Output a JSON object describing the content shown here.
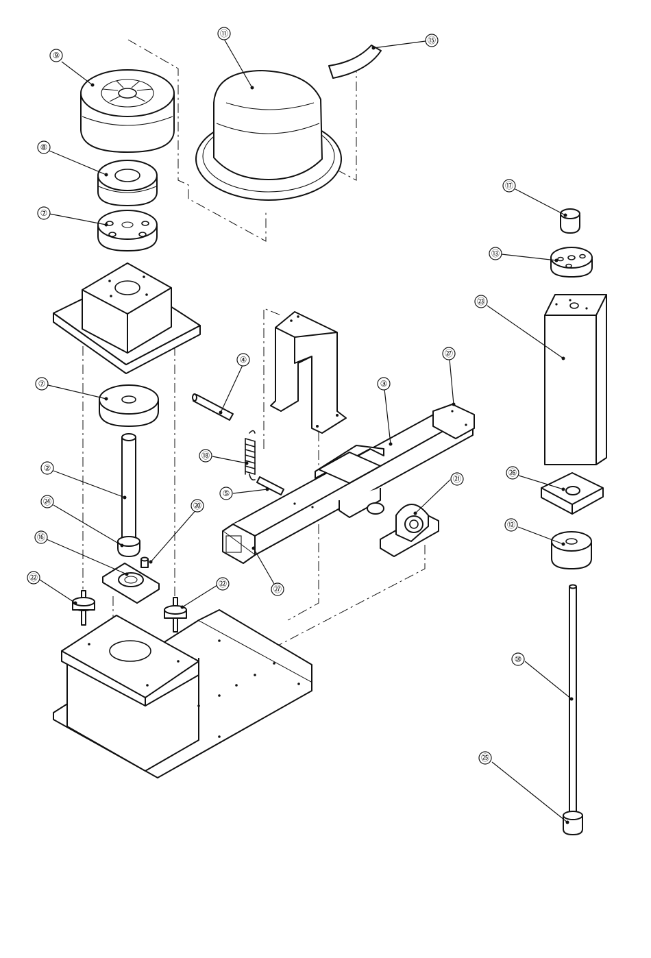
{
  "diagram": {
    "parts": [
      {
        "id": "p9",
        "label": "⑨"
      },
      {
        "id": "p11",
        "label": "⑪"
      },
      {
        "id": "p15",
        "label": "⑮"
      },
      {
        "id": "p8",
        "label": "⑧"
      },
      {
        "id": "p7a",
        "label": "⑦"
      },
      {
        "id": "p17",
        "label": "⑰"
      },
      {
        "id": "p13",
        "label": "⑬"
      },
      {
        "id": "p23",
        "label": "㉓"
      },
      {
        "id": "p7b",
        "label": "⑦"
      },
      {
        "id": "p4",
        "label": "④"
      },
      {
        "id": "p27a",
        "label": "㉗"
      },
      {
        "id": "p3",
        "label": "③"
      },
      {
        "id": "p18",
        "label": "⑱"
      },
      {
        "id": "p2",
        "label": "②"
      },
      {
        "id": "p5",
        "label": "⑤"
      },
      {
        "id": "p21",
        "label": "㉑"
      },
      {
        "id": "p26",
        "label": "㉖"
      },
      {
        "id": "p24",
        "label": "㉔"
      },
      {
        "id": "p20",
        "label": "⑳"
      },
      {
        "id": "p12",
        "label": "⑫"
      },
      {
        "id": "p16",
        "label": "⑯"
      },
      {
        "id": "p27b",
        "label": "㉗"
      },
      {
        "id": "p22a",
        "label": "㉒"
      },
      {
        "id": "p22b",
        "label": "㉒"
      },
      {
        "id": "p10",
        "label": "⑩"
      },
      {
        "id": "p25",
        "label": "㉕"
      }
    ]
  }
}
